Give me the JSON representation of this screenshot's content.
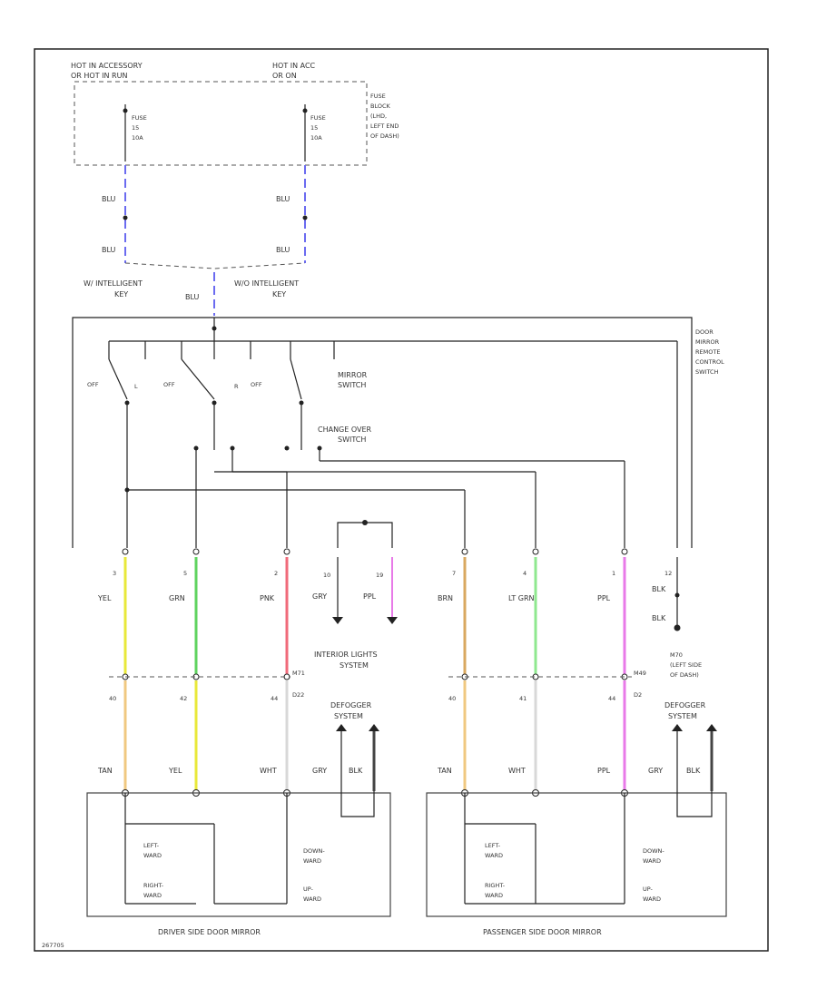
{
  "power": {
    "left_source": "HOT IN ACCESSORY",
    "left_source_sub": "OR HOT IN RUN",
    "right_source": "HOT IN ACC",
    "right_source_sub": "OR ON",
    "left_fuse": [
      "FUSE",
      "15",
      "10A"
    ],
    "right_fuse": [
      "FUSE",
      "15",
      "10A"
    ],
    "fuse_block_note": [
      "FUSE",
      "BLOCK",
      "(LHD,",
      "LEFT END",
      "OF DASH)"
    ]
  },
  "wires": {
    "blu_1": "BLU",
    "blu_2": "BLU",
    "blu_3": "BLU",
    "blu_4": "BLU",
    "blu_5": "BLU",
    "key_left": [
      "W/ INTELLIGENT",
      "KEY"
    ],
    "key_right": [
      "W/O INTELLIGENT",
      "KEY"
    ]
  },
  "switches": {
    "remote_switch": [
      "DOOR",
      "MIRROR",
      "REMOTE",
      "CONTROL",
      "SWITCH"
    ],
    "mirror_switch": [
      "MIRROR",
      "SWITCH"
    ],
    "change_over": [
      "CHANGE OVER",
      "SWITCH"
    ],
    "pin_off": "OFF",
    "pin_l": "L",
    "pin_r": "R"
  },
  "connector_pins": [
    {
      "pin": "3",
      "color": "YEL",
      "hex": "#e8e83a"
    },
    {
      "pin": "5",
      "color": "GRN",
      "hex": "#5fd35f"
    },
    {
      "pin": "2",
      "color": "PNK",
      "hex": "#f06a7a"
    },
    {
      "pin": "7",
      "color": "BRN",
      "hex": "#d9a860"
    },
    {
      "pin": "4",
      "color": "LT GRN",
      "hex": "#8fe88f"
    },
    {
      "pin": "1",
      "color": "PPL",
      "hex": "#e87ae8"
    }
  ],
  "lower_wires": [
    {
      "pin": "40",
      "color": "TAN",
      "hex": "#f0c880"
    },
    {
      "pin": "42",
      "color": "YEL",
      "hex": "#e8e83a"
    },
    {
      "pin": "44",
      "color": "WHT",
      "hex": "#d8d8d8"
    },
    {
      "pin": "40",
      "color": "TAN",
      "hex": "#f0c880"
    },
    {
      "pin": "41",
      "color": "WHT",
      "hex": "#d8d8d8"
    },
    {
      "pin": "44",
      "color": "PPL",
      "hex": "#e87ae8"
    }
  ],
  "interior": {
    "pin_a": "10",
    "pin_b": "19",
    "color_a": "GRY",
    "color_b": "PPL",
    "label": [
      "INTERIOR LIGHTS",
      "SYSTEM"
    ]
  },
  "ground": {
    "pin": "12",
    "wire1": "BLK",
    "wire2": "BLK",
    "note": [
      "M70",
      "(LEFT SIDE",
      "OF DASH)"
    ]
  },
  "connectors": {
    "m71": "M71",
    "d22": "D22",
    "m49": "M49",
    "d2": "D2"
  },
  "defogger": {
    "label": [
      "DEFOGGER",
      "SYSTEM"
    ],
    "wire_a": "GRY",
    "wire_b": "BLK"
  },
  "mirrors": {
    "driver": "DRIVER SIDE DOOR MIRROR",
    "passenger": "PASSENGER SIDE DOOR MIRROR",
    "motor1_a": "LEFT-",
    "motor1_b": "WARD",
    "motor1_c": "RIGHT-",
    "motor1_d": "WARD",
    "motor2_a": "DOWN-",
    "motor2_b": "WARD",
    "motor2_c": "UP-",
    "motor2_d": "WARD"
  },
  "footer": {
    "code": "267705"
  }
}
